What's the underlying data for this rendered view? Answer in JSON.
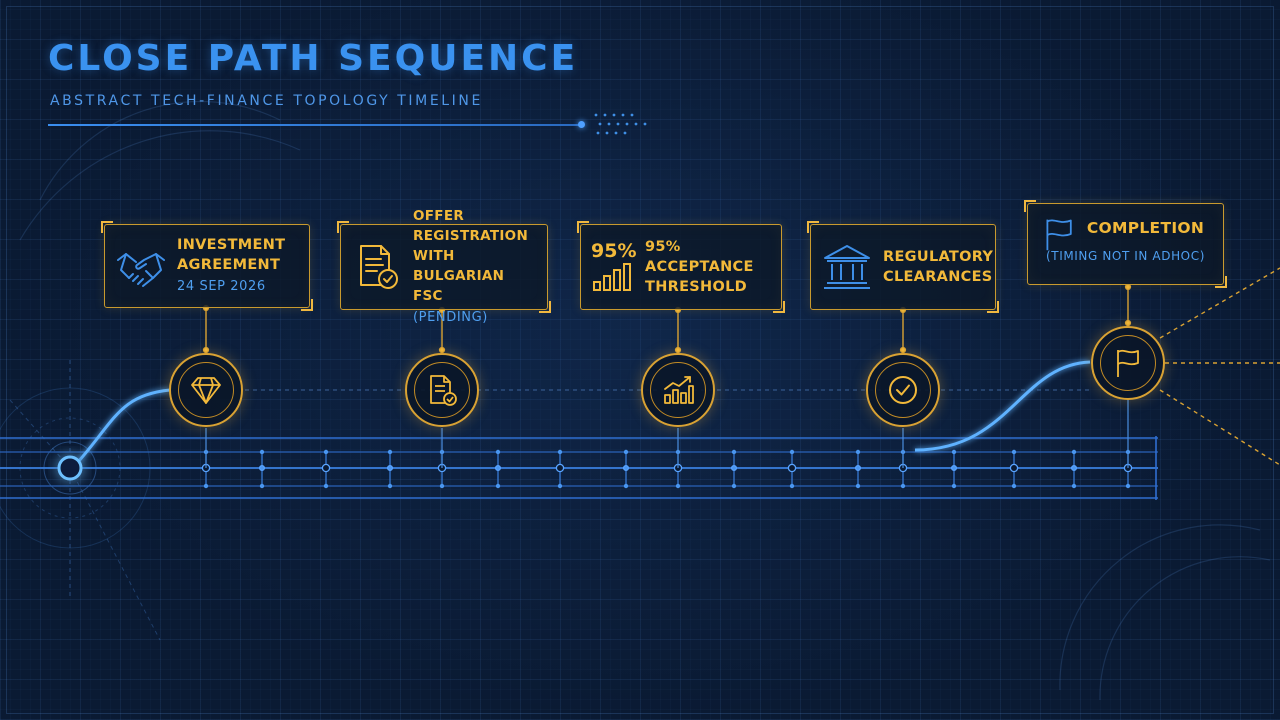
{
  "header": {
    "title": "CLOSE PATH SEQUENCE",
    "subtitle": "ABSTRACT TECH-FINANCE TOPOLOGY TIMELINE"
  },
  "colors": {
    "background": "#0a1a33",
    "accent_blue": "#3a92f0",
    "accent_gold": "#f2b93a"
  },
  "milestones": [
    {
      "title_lines": [
        "INVESTMENT",
        "AGREEMENT"
      ],
      "sub": "24 SEP 2026",
      "card_icon": "handshake-icon",
      "node_icon": "diamond-icon"
    },
    {
      "title_lines": [
        "OFFER REGISTRATION",
        "WITH BULGARIAN FSC"
      ],
      "sub": "(PENDING)",
      "card_icon": "document-check-icon",
      "node_icon": "document-check-icon"
    },
    {
      "pct": "95%",
      "title_lines": [
        "95% ACCEPTANCE",
        "THRESHOLD"
      ],
      "sub": "",
      "card_icon": "bar-chart-icon",
      "node_icon": "growth-chart-icon"
    },
    {
      "title_lines": [
        "REGULATORY",
        "CLEARANCES"
      ],
      "sub": "",
      "card_icon": "bank-icon",
      "node_icon": "check-circle-icon"
    },
    {
      "title_lines": [
        "COMPLETION"
      ],
      "sub": "(TIMING NOT IN ADHOC)",
      "card_icon": "flag-icon",
      "node_icon": "flag-icon"
    }
  ]
}
